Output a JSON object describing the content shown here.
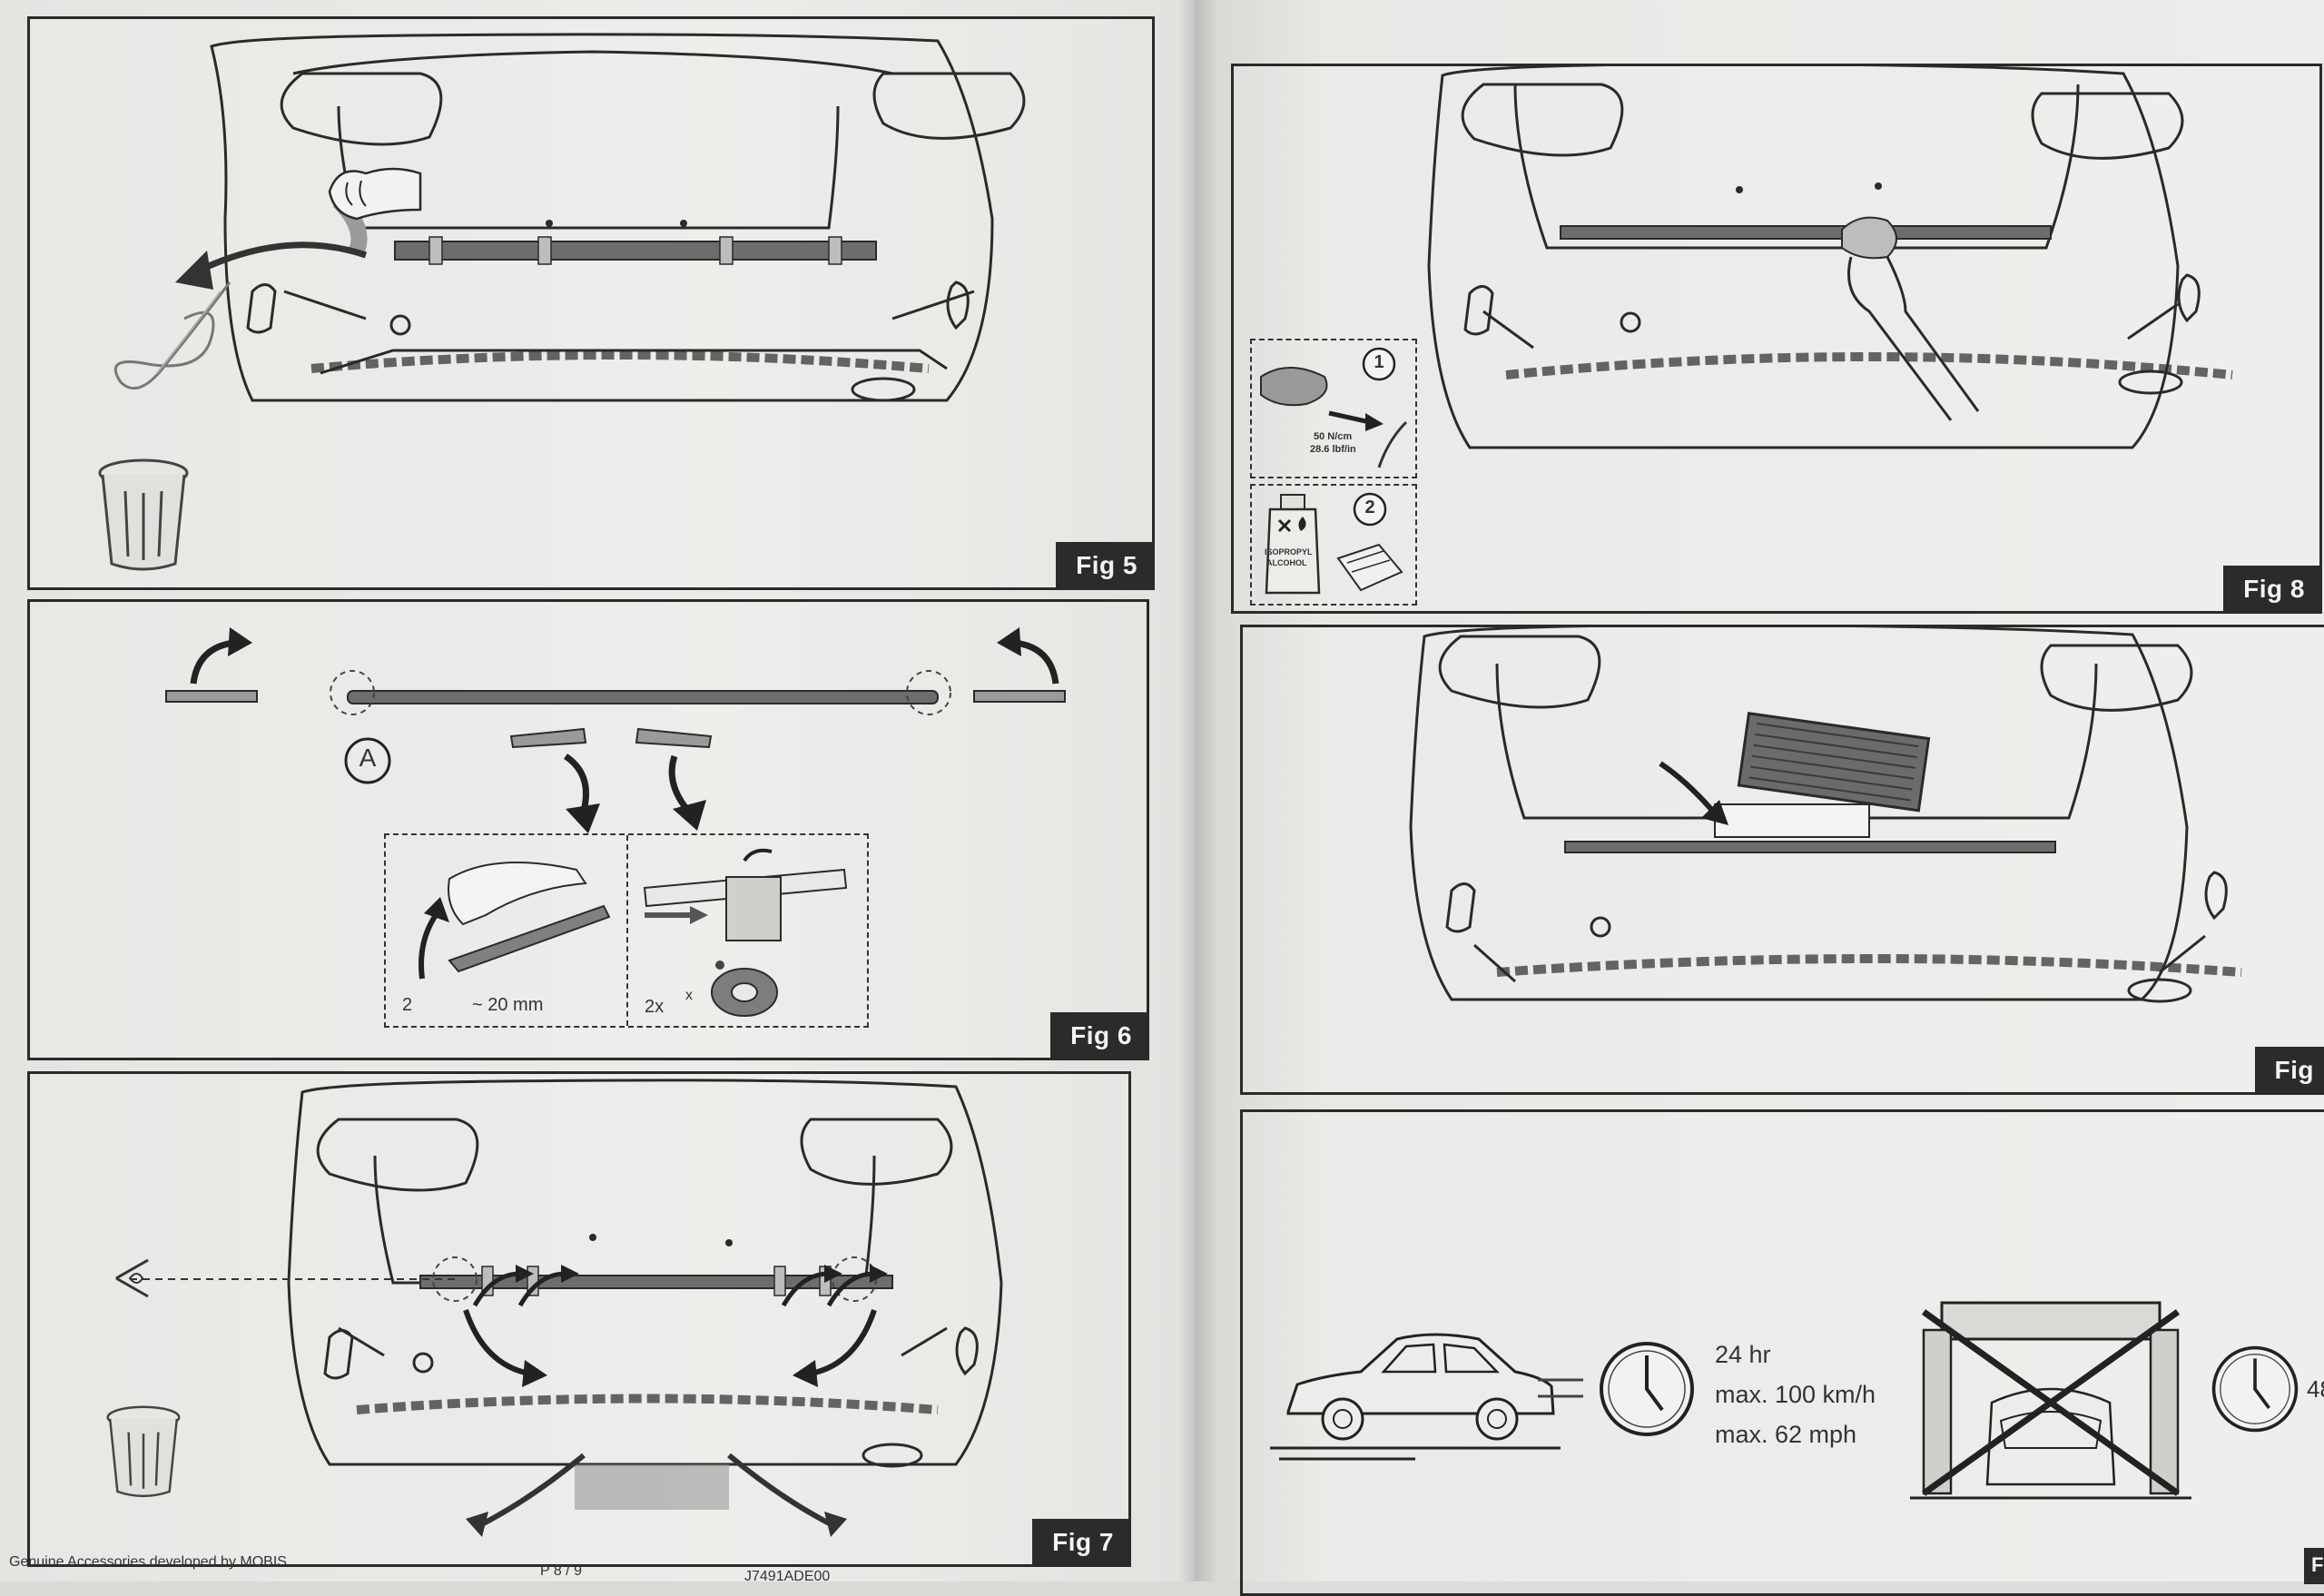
{
  "left_page": {
    "figures": [
      {
        "label": "Fig 5"
      },
      {
        "label": "Fig 6",
        "marker": "A",
        "steps_count": "2",
        "distance": "~ 20 mm",
        "quantity": "2x",
        "times": "x"
      },
      {
        "label": "Fig 7"
      }
    ],
    "footer": {
      "brand": "Genuine Accessories developed by MOBIS",
      "page_number": "P 8 / 9",
      "doc_code": "J7491ADE00"
    }
  },
  "right_page": {
    "figures": [
      {
        "label": "Fig 8",
        "step1_badge": "1",
        "step2_badge": "2",
        "torque_line1": "50 N/cm",
        "torque_line2": "28.6 lbf/in",
        "bottle_line1": "ISOPROPYL",
        "bottle_line2": "ALCOHOL"
      },
      {
        "label": "Fig"
      },
      {
        "drive_time": "24 hr",
        "speed_kmh": "max. 100 km/h",
        "speed_mph": "max. 62 mph",
        "wash_time": "48",
        "corner_mark": "F"
      }
    ]
  },
  "icons": [
    "arrow-icon",
    "trash-can-icon",
    "eye-icon",
    "clock-icon",
    "car-icon",
    "car-wash-icon",
    "tape-roll-icon",
    "hand-icon"
  ]
}
